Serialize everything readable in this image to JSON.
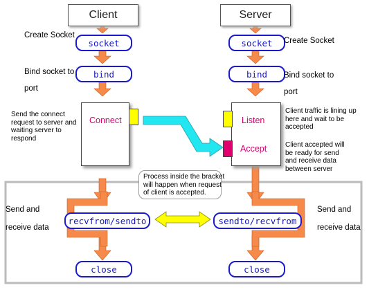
{
  "diagram": {
    "client_title": "Client",
    "server_title": "Server",
    "client": {
      "socket_label": "socket",
      "bind_label": "bind",
      "connect_label": "Connect",
      "recv_label": "recvfrom/sendto",
      "close_label": "close",
      "note_create_socket": "Create Socket",
      "note_bind": "Bind socket to\nport",
      "note_connect": "Send the connect\nrequest to server and\nwaiting server to\nrespond",
      "note_loop": "Send and\nreceive data"
    },
    "server": {
      "socket_label": "socket",
      "bind_label": "bind",
      "listen_label": "Listen",
      "accept_label": "Accept",
      "send_label": "sendto/recvfrom",
      "close_label": "close",
      "note_create_socket": "Create Socket",
      "note_bind": "Bind socket to\nport",
      "note_listen": "Client traffic is lining up\nhere and wait to be\naccepted",
      "note_accept": "Client accepted will\nbe ready for send\nand receive data\nbetween server",
      "note_loop": "Send and\nreceive data"
    },
    "callout": "Process inside the bracket\nwill happen when request\nof client is accepted.",
    "colors": {
      "arrow_orange": "#F58A4B",
      "arrow_cyan": "#22E6F0",
      "arrow_yellow": "#FFFF00",
      "pill_blue": "#1A1ACC",
      "label_magenta": "#D6006E",
      "listen_tab": "#FFFF00",
      "accept_tab": "#E0006E",
      "bracket_gray": "#BBBBBB"
    }
  }
}
